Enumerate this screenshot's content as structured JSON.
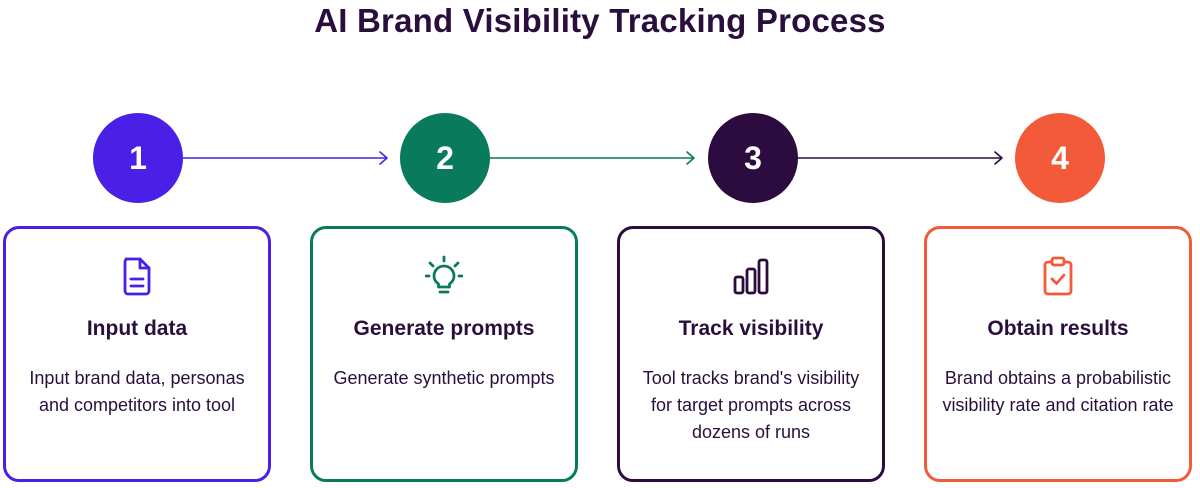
{
  "title": "AI Brand Visibility Tracking Process",
  "steps": [
    {
      "number": "1",
      "heading": "Input data",
      "description": "Input brand data, personas and competitors into tool",
      "color": "#4a1fe6",
      "icon": "document-icon"
    },
    {
      "number": "2",
      "heading": "Generate prompts",
      "description": "Generate synthetic prompts",
      "color": "#0a7a5c",
      "icon": "lightbulb-icon"
    },
    {
      "number": "3",
      "heading": "Track visibility",
      "description": "Tool tracks brand's visibility for target prompts across dozens of runs",
      "color": "#2c0b3f",
      "icon": "bar-chart-icon"
    },
    {
      "number": "4",
      "heading": "Obtain results",
      "description": "Brand obtains a probabilistic visibility rate and citation rate",
      "color": "#f25a3a",
      "icon": "clipboard-check-icon"
    }
  ]
}
